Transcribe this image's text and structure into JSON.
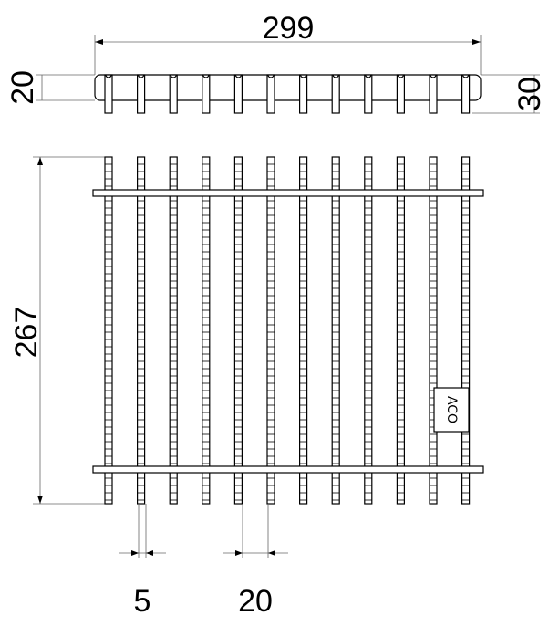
{
  "drawing": {
    "bar_count": 12,
    "dimensions": {
      "top_width": "299",
      "top_left_height": "20",
      "top_right_height": "30",
      "plan_height": "267",
      "bar_thickness": "5",
      "bar_pitch": "20"
    },
    "logo_text": "ACO"
  }
}
